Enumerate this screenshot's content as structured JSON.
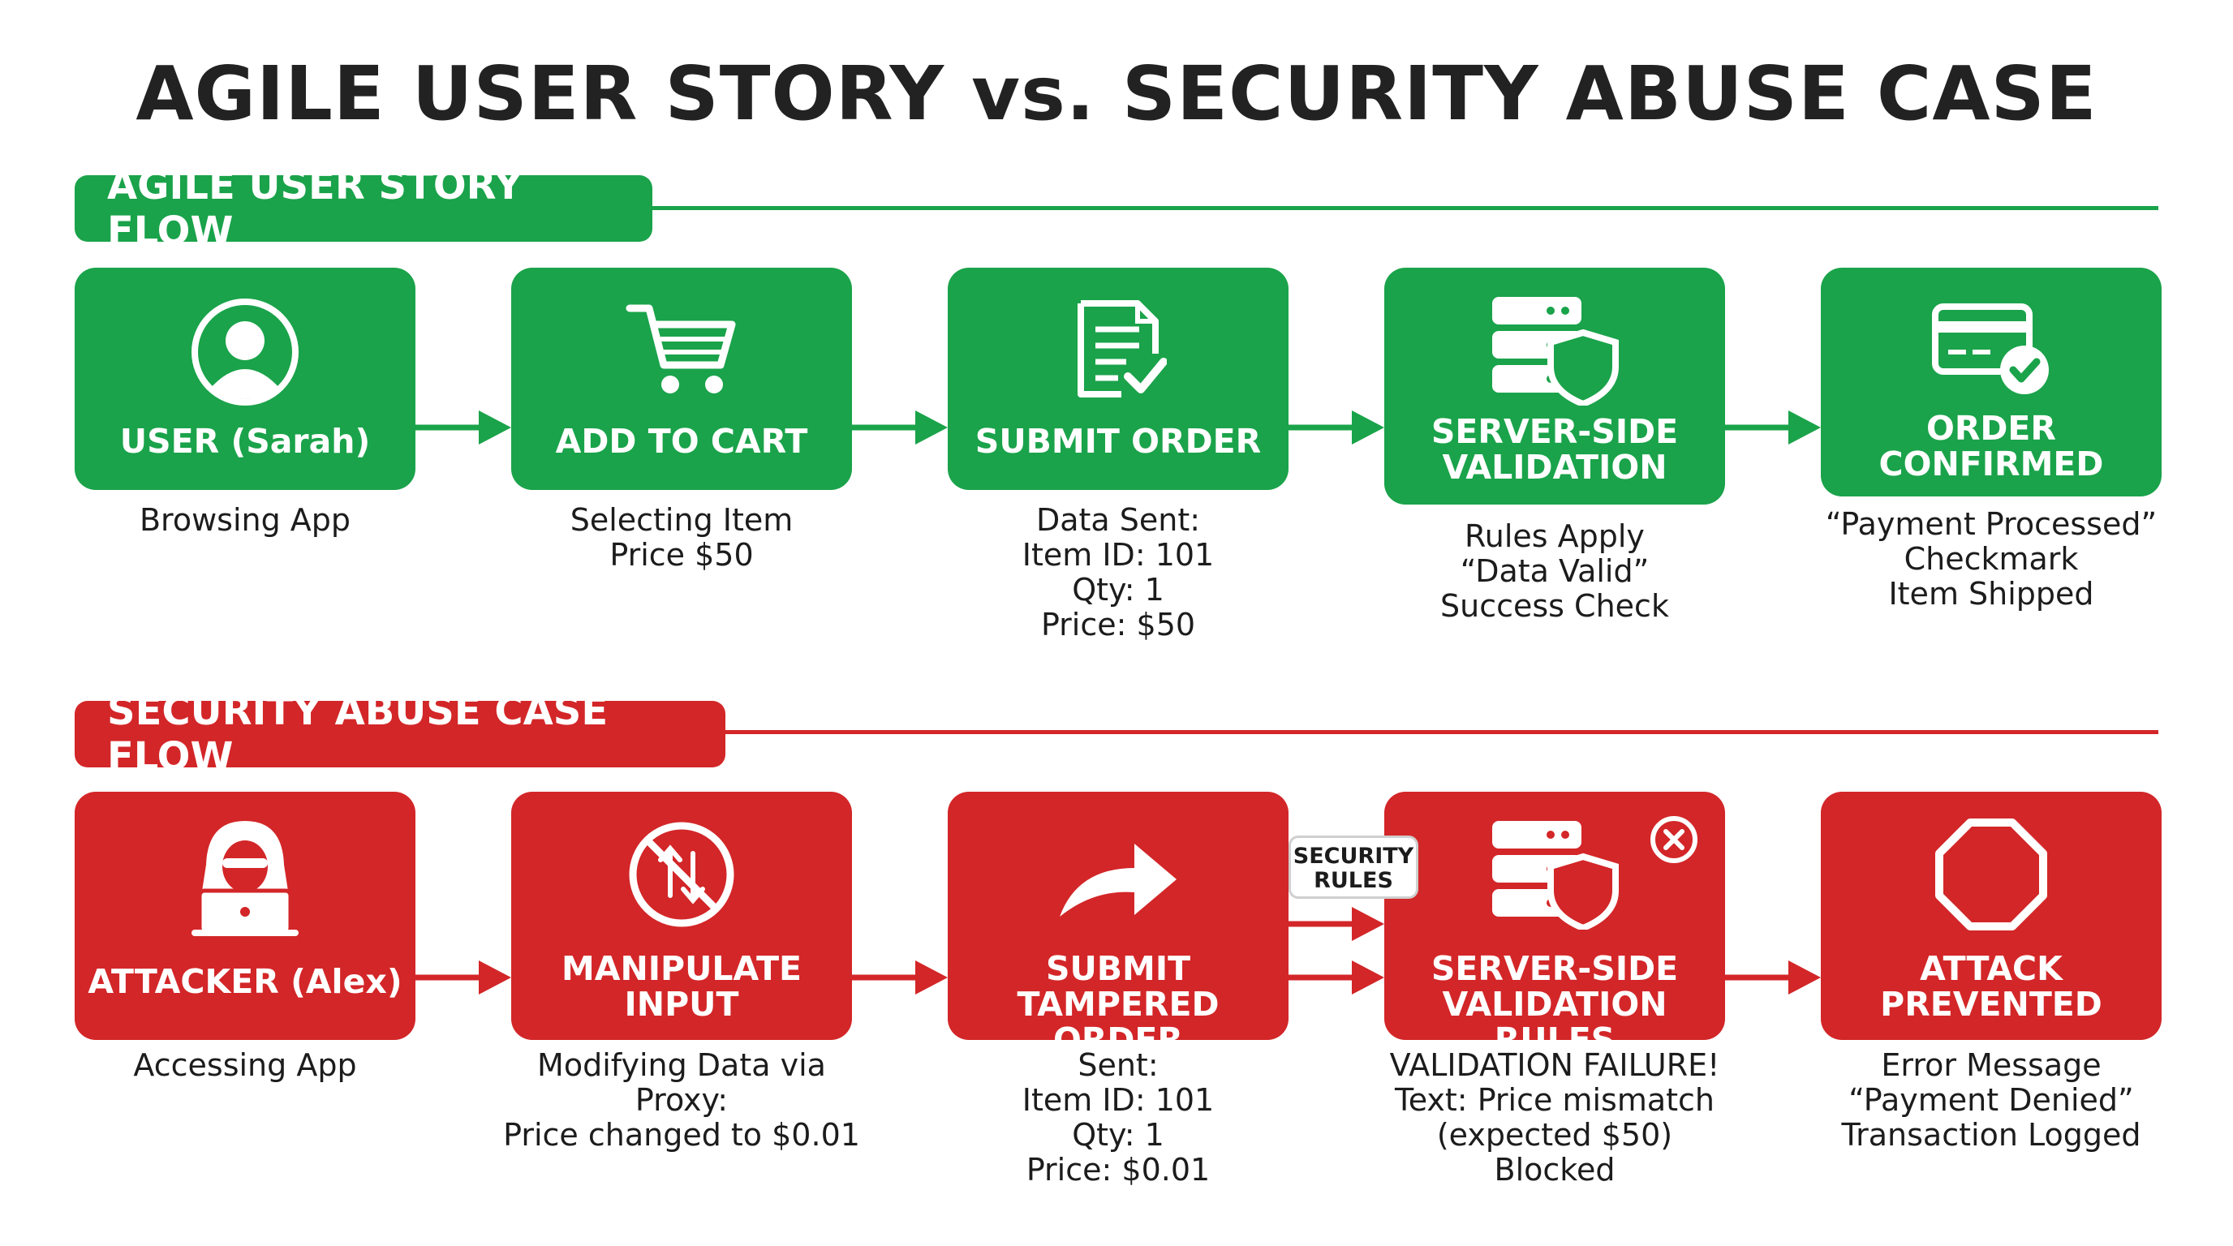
{
  "title": "AGILE USER STORY vs. SECURITY ABUSE CASE",
  "colors": {
    "green": "#1aa34a",
    "red": "#d32628"
  },
  "user_story": {
    "section_label": "AGILE USER STORY FLOW",
    "steps": [
      {
        "label": "USER (Sarah)",
        "icon": "user-avatar-icon",
        "caption": "Browsing App"
      },
      {
        "label": "ADD TO CART",
        "icon": "shopping-cart-icon",
        "caption": "Selecting Item\nPrice $50"
      },
      {
        "label": "SUBMIT ORDER",
        "icon": "document-check-icon",
        "caption": "Data Sent:\nItem ID: 101\nQty: 1\nPrice: $50"
      },
      {
        "label": "SERVER-SIDE\nVALIDATION",
        "icon": "server-shield-icon",
        "caption": "Rules Apply\n“Data Valid”\nSuccess Check"
      },
      {
        "label": "ORDER\nCONFIRMED",
        "icon": "credit-card-check-icon",
        "caption": "“Payment Processed”\nCheckmark\nItem Shipped"
      }
    ]
  },
  "abuse_case": {
    "section_label": "SECURITY ABUSE CASE FLOW",
    "security_rules_tag": "SECURITY\nRULES",
    "steps": [
      {
        "label": "ATTACKER (Alex)",
        "icon": "hooded-hacker-icon",
        "caption": "Accessing App"
      },
      {
        "label": "MANIPULATE\nINPUT",
        "icon": "no-data-transfer-icon",
        "caption": "Modifying Data via\nProxy:\nPrice changed to $0.01"
      },
      {
        "label": "SUBMIT\nTAMPERED ORDER",
        "icon": "forward-arrow-icon",
        "caption": "Sent:\nItem ID: 101\nQty: 1\nPrice: $0.01"
      },
      {
        "label": "SERVER-SIDE\nVALIDATION RULES",
        "icon": "server-shield-icon",
        "caption": "VALIDATION FAILURE!\nText: Price mismatch\n(expected $50)\nBlocked"
      },
      {
        "label": "ATTACK\nPREVENTED",
        "icon": "stop-octagon-icon",
        "caption": "Error Message\n“Payment Denied”\nTransaction Logged"
      }
    ]
  }
}
